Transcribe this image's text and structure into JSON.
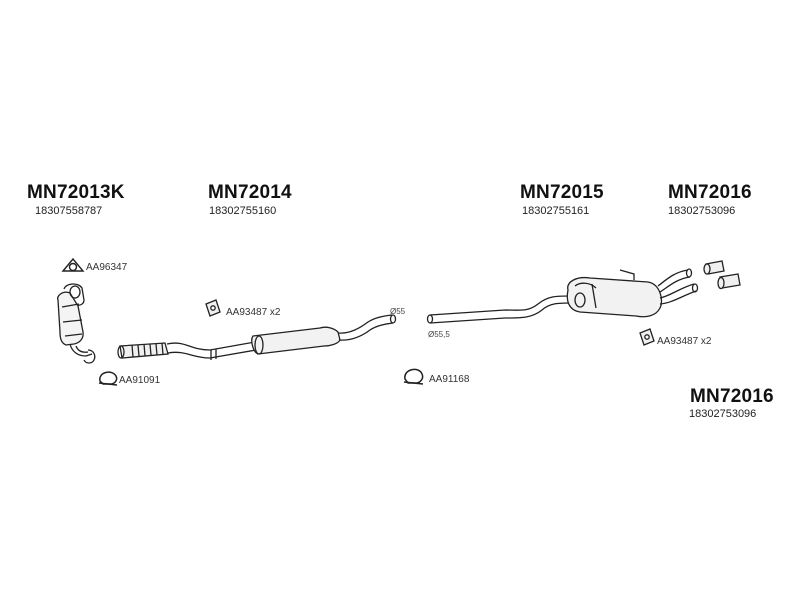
{
  "groups": [
    {
      "part_number": "MN72013K",
      "oem": "18307558787"
    },
    {
      "part_number": "MN72014",
      "oem": "18302755160"
    },
    {
      "part_number": "MN72015",
      "oem": "18302755161"
    },
    {
      "part_number": "MN72016",
      "oem": "18302753096"
    },
    {
      "part_number": "MN72016",
      "oem": "18302753096"
    }
  ],
  "accessories": {
    "gasket": "AA96347",
    "clamp_front": "AA91091",
    "hanger_front": "AA93487 x2",
    "clamp_mid": "AA91168",
    "hanger_rear": "AA93487 x2"
  },
  "diameters": {
    "front_pipe_end": "Ø55",
    "rear_pipe_start": "Ø55,5"
  }
}
